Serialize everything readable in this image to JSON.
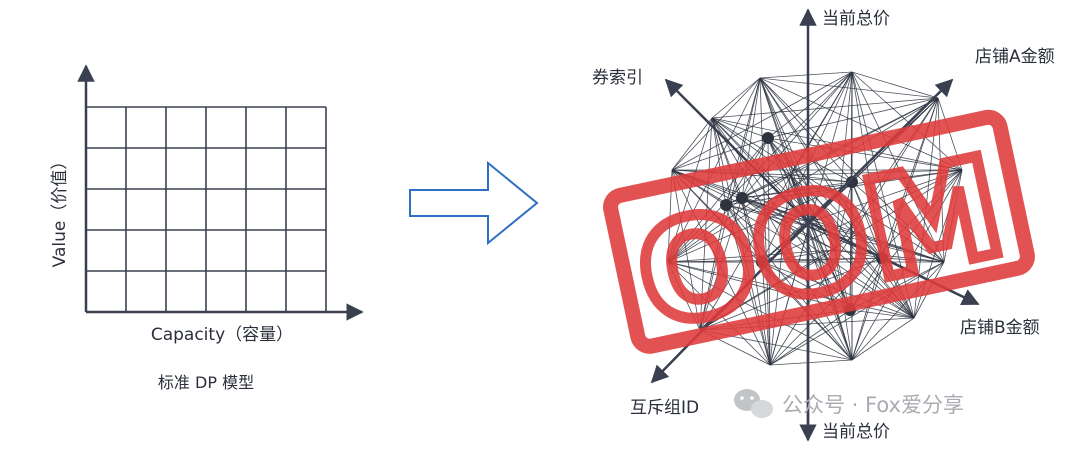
{
  "left_diagram": {
    "y_axis_label": "Value（价值）",
    "x_axis_label": "Capacity（容量）",
    "caption": "标准 DP 模型",
    "grid_rows": 5,
    "grid_cols": 6
  },
  "right_diagram": {
    "axes": [
      "当前总价",
      "店铺A金额",
      "店铺B金额",
      "当前总价",
      "互斥组ID",
      "券索引"
    ],
    "stamp_text": "OOM"
  },
  "watermark": {
    "text": "公众号 · Fox爱分享",
    "icon": "wechat-icon"
  },
  "colors": {
    "axis": "#3a4050",
    "grid": "#3a4050",
    "arrow_outline": "#2f6fc4",
    "stamp": "#e03b3b",
    "network": "#2e3340"
  }
}
